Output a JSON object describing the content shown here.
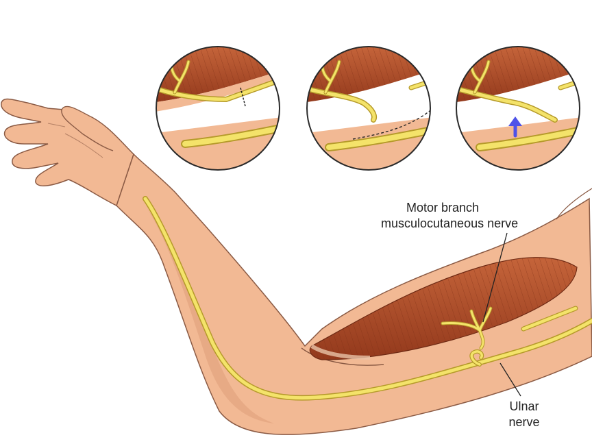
{
  "labels": {
    "motor_branch": {
      "line1": "Motor branch",
      "line2": "musculocutaneous nerve"
    },
    "ulnar": {
      "line1": "Ulnar",
      "line2": "nerve"
    }
  },
  "insets": {
    "count": 3,
    "steps": [
      "nerve-cut-marked",
      "ulnar-fascicle-split",
      "transfer-sutured"
    ]
  },
  "colors": {
    "skin": "#F2B994",
    "skin_shadow": "#E2A47F",
    "outline": "#8A5A44",
    "muscle": "#B5532F",
    "muscle_dark": "#8E3A1E",
    "nerve": "#F4E36A",
    "nerve_outline": "#B59A2A",
    "arrow": "#4E52E8",
    "circle_border": "#2A2A2A"
  }
}
